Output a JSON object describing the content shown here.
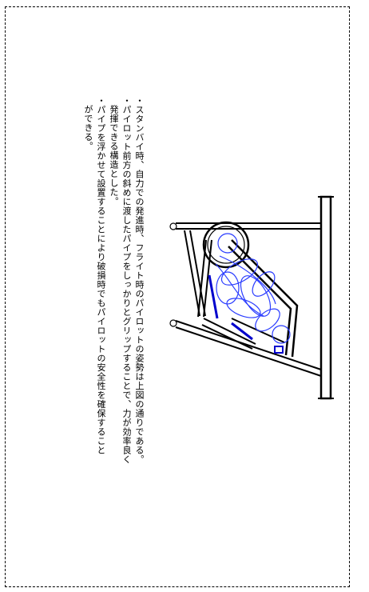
{
  "document": {
    "paragraphs": [
      {
        "bullet": "・",
        "text": "スタンバイ時、自力での発進時、フライト時のパイロットの姿勢は上図の通りである。"
      },
      {
        "bullet": "・",
        "text": "パイロット前方の斜めに渡したパイプをしっかりとグリップすることで、力が効率良く"
      },
      {
        "bullet": "",
        "text": "発揮できる構造とした。"
      },
      {
        "bullet": "・",
        "text": "パイプを浮かせて設置することにより破損時でもパイロットの安全性を確保すること"
      },
      {
        "bullet": "",
        "text": "ができる。"
      }
    ]
  },
  "colors": {
    "frame": "#000000",
    "pilot_sketch": "#2a3cff",
    "handle": "#0000cc"
  }
}
